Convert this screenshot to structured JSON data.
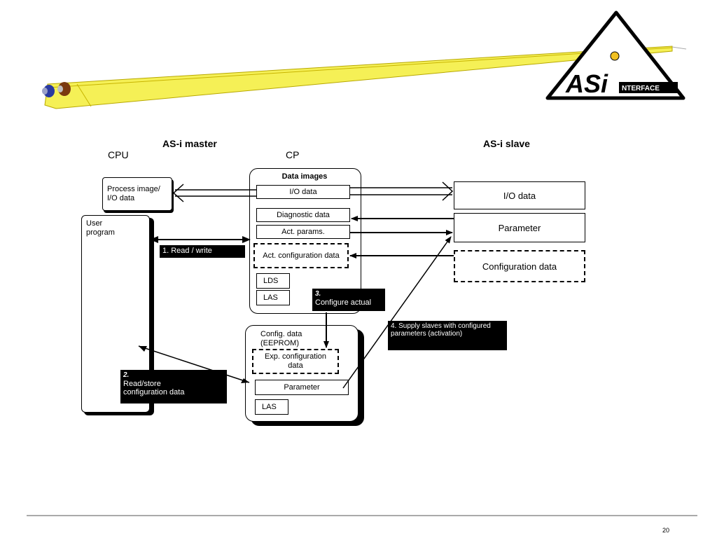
{
  "headings": {
    "master": "AS-i master",
    "cpu": "CPU",
    "cp": "CP",
    "slave": "AS-i slave"
  },
  "cpu": {
    "process_image": "Process image/ I/O data",
    "user_program": "User program"
  },
  "cp": {
    "data_images_title": "Data images",
    "io_data": "I/O data",
    "diagnostic_data": "Diagnostic data",
    "act_params": "Act. params.",
    "act_config": "Act. configuration data",
    "lds": "LDS",
    "las": "LAS"
  },
  "eeprom": {
    "title": "Config. data (EEPROM)",
    "exp_config": "Exp. configuration data",
    "parameter": "Parameter",
    "las": "LAS"
  },
  "slave": {
    "io_data": "I/O data",
    "parameter": "Parameter",
    "config_data": "Configuration data"
  },
  "steps": {
    "step1": "1. Read / write",
    "step2_num": "2.",
    "step2_text": "Read/store configuration data",
    "step3_num": "3.",
    "step3_text": "Configure actual",
    "step4": "4. Supply slaves with configured parameters (activation)"
  },
  "logo": {
    "text": "ASi INTERFACE"
  },
  "page_number": "20",
  "colors": {
    "cable_yellow": "#f5f056",
    "cable_dark": "#c8b400",
    "plug_blue": "#2a3aa0",
    "plug_brown": "#7a3a10"
  }
}
